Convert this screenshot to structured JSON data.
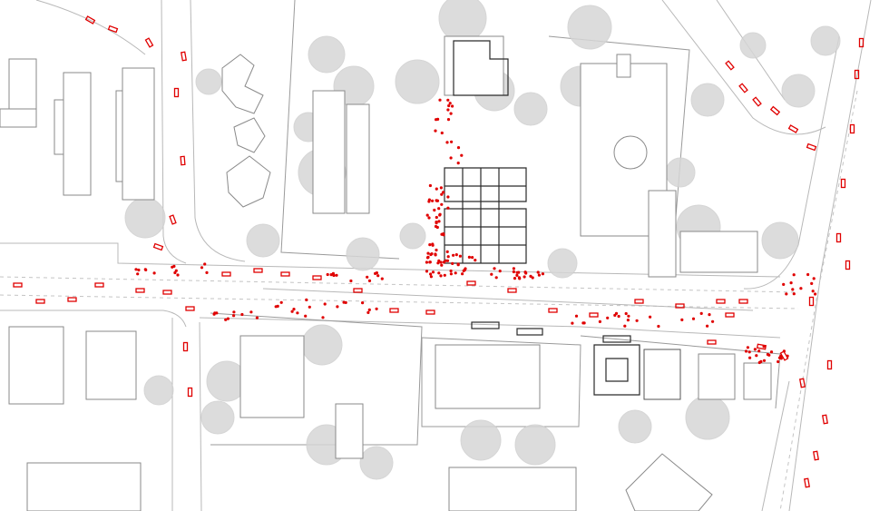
{
  "map": {
    "kind": "urban site plan",
    "style": "monochrome line drawing",
    "colors": {
      "background": "#ffffff",
      "buildings": "#8a8a8a",
      "highlighted_buildings": "#2a2a2a",
      "trees": "#d6d6d6",
      "vehicles": "#e00000",
      "pedestrians": "#e00000"
    },
    "layers": [
      "roads",
      "buildings",
      "trees",
      "vehicles",
      "pedestrians"
    ],
    "visible_text": []
  }
}
